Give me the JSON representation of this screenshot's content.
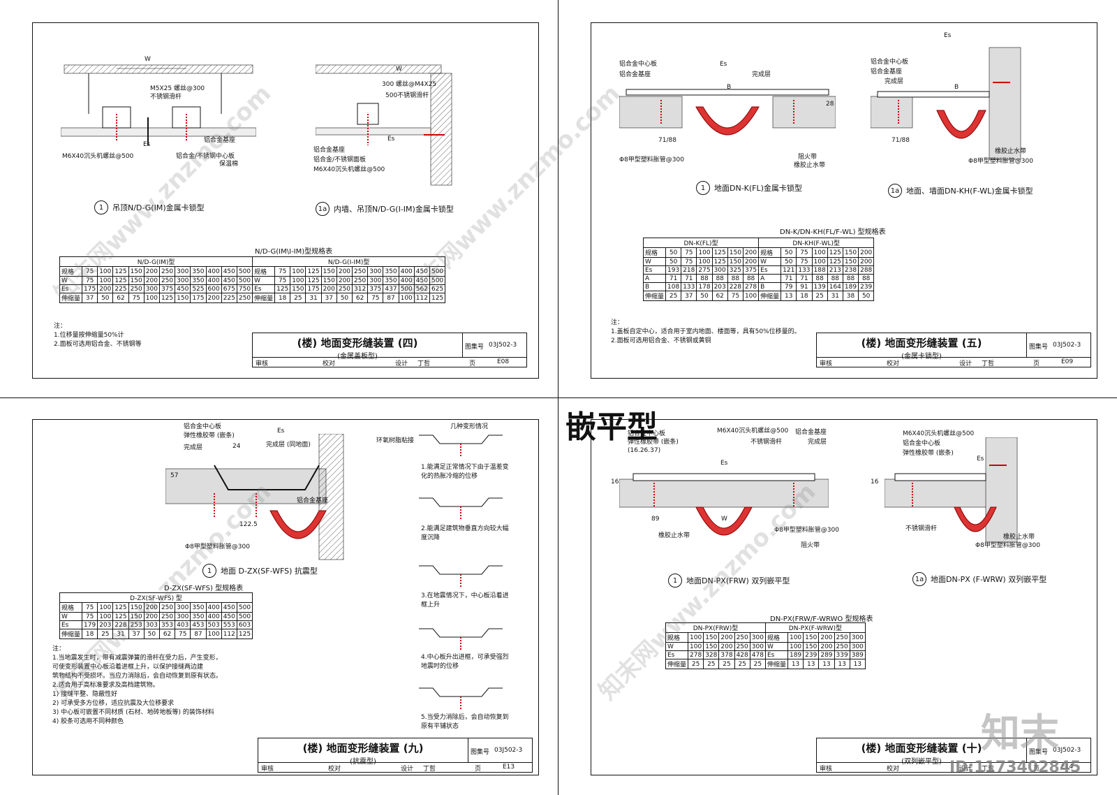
{
  "big_label": "嵌平型",
  "watermark": "知末网www.znzmo.com",
  "logo_text": "知末",
  "id_text": "ID:1173402845",
  "sheets": {
    "e08": {
      "fig1": {
        "num": "1",
        "caption": "吊顶N/D-G(IM)金属卡锁型",
        "labels": {
          "w": "W",
          "m5": "M5X25 螺丝@300",
          "rail": "不锈钢滑杆",
          "es": "Es",
          "base": "铝合金基座",
          "m6": "M6X40沉头机螺丝@500",
          "plate": "铝合金/不锈钢中心板",
          "ins": "保温棉"
        }
      },
      "fig2": {
        "num": "1a",
        "caption": "内墙、吊顶N/D-G(I-IM)金属卡锁型",
        "labels": {
          "w": "W",
          "m4": "300 螺丝@M4X25",
          "rail": "500不锈钢滑杆",
          "es": "Es",
          "base": "铝合金基座",
          "plate": "铝合金/不锈钢面板",
          "m6": "M6X40沉头机螺丝@500"
        }
      },
      "table_title": "N/D-G(IM\\I-IM)型规格表",
      "table": {
        "g1": "N/D-G(IM)型",
        "g2": "N/D-G(I-IM)型",
        "rows": [
          {
            "h": "规格",
            "a": [
              "75",
              "100",
              "125",
              "150",
              "200",
              "250",
              "300",
              "350",
              "400",
              "450",
              "500"
            ],
            "h2": "规格",
            "b": [
              "75",
              "100",
              "125",
              "150",
              "200",
              "250",
              "300",
              "350",
              "400",
              "450",
              "500"
            ]
          },
          {
            "h": "W",
            "a": [
              "75",
              "100",
              "125",
              "150",
              "200",
              "250",
              "300",
              "350",
              "400",
              "450",
              "500"
            ],
            "h2": "W",
            "b": [
              "75",
              "100",
              "125",
              "150",
              "200",
              "250",
              "300",
              "350",
              "400",
              "450",
              "500"
            ]
          },
          {
            "h": "Es",
            "a": [
              "175",
              "200",
              "225",
              "250",
              "300",
              "375",
              "450",
              "525",
              "600",
              "675",
              "750"
            ],
            "h2": "Es",
            "b": [
              "125",
              "150",
              "175",
              "200",
              "250",
              "312",
              "375",
              "437",
              "500",
              "562",
              "625"
            ]
          },
          {
            "h": "伸缩量",
            "a": [
              "37",
              "50",
              "62",
              "75",
              "100",
              "125",
              "150",
              "175",
              "200",
              "225",
              "250"
            ],
            "h2": "伸缩量",
            "b": [
              "18",
              "25",
              "31",
              "37",
              "50",
              "62",
              "75",
              "87",
              "100",
              "112",
              "125"
            ]
          }
        ]
      },
      "notes": [
        "注：",
        "1.位移量按伸缩量50%计",
        "2.面板可选用铝合金、不锈钢等"
      ],
      "title_block": {
        "title": "(楼) 地面变形缝装置 (四)",
        "subtitle": "(金属盖板型)",
        "atlas_label": "图集号",
        "atlas_no": "03J502-3",
        "review": "审核",
        "check": "校对",
        "design": "设计",
        "designer": "丁哲",
        "page_label": "页",
        "page": "E08"
      }
    },
    "e09": {
      "fig1": {
        "num": "1",
        "caption": "地面DN-K(FL)金属卡锁型",
        "labels": {
          "plate": "铝合金中心板",
          "base": "铝合金基座",
          "es": "Es",
          "done": "完成层",
          "b": "B",
          "dim": "71/88",
          "tube": "Φ8甲型塑料胀管@300",
          "fire": "阻火带",
          "rubber": "橡胶止水带",
          "h": "28"
        }
      },
      "fig2": {
        "num": "1a",
        "caption": "地面、墙面DN-KH(F-WL)金属卡锁型",
        "labels": {
          "es": "Es",
          "plate": "铝合金中心板",
          "base": "铝合金基座",
          "done": "完成层",
          "b": "B",
          "dim": "71/88",
          "rubber": "橡胶止水带",
          "tube": "Φ8甲型塑料胀管@300"
        }
      },
      "table_title": "DN-K/DN-KH(FL/F-WL) 型规格表",
      "table": {
        "g1": "DN-K(FL)型",
        "g2": "DN-KH(F-WL)型",
        "rows": [
          {
            "h": "规格",
            "a": [
              "50",
              "75",
              "100",
              "125",
              "150",
              "200"
            ],
            "h2": "规格",
            "b": [
              "50",
              "75",
              "100",
              "125",
              "150",
              "200"
            ]
          },
          {
            "h": "W",
            "a": [
              "50",
              "75",
              "100",
              "125",
              "150",
              "200"
            ],
            "h2": "W",
            "b": [
              "50",
              "75",
              "100",
              "125",
              "150",
              "200"
            ]
          },
          {
            "h": "Es",
            "a": [
              "193",
              "218",
              "275",
              "300",
              "325",
              "375"
            ],
            "h2": "Es",
            "b": [
              "121",
              "133",
              "188",
              "213",
              "238",
              "288"
            ]
          },
          {
            "h": "A",
            "a": [
              "71",
              "71",
              "88",
              "88",
              "88",
              "88"
            ],
            "h2": "A",
            "b": [
              "71",
              "71",
              "88",
              "88",
              "88",
              "88"
            ]
          },
          {
            "h": "B",
            "a": [
              "108",
              "133",
              "178",
              "203",
              "228",
              "278"
            ],
            "h2": "B",
            "b": [
              "79",
              "91",
              "139",
              "164",
              "189",
              "239"
            ]
          },
          {
            "h": "伸缩量",
            "a": [
              "25",
              "37",
              "50",
              "62",
              "75",
              "100"
            ],
            "h2": "伸缩量",
            "b": [
              "13",
              "18",
              "25",
              "31",
              "38",
              "50"
            ]
          }
        ]
      },
      "notes": [
        "注：",
        "1.盖板自定中心，适合用于室内地面、楼面等，具有50%位移量的。",
        "2.面板可选用铝合金、不锈钢或黄铜"
      ],
      "title_block": {
        "title": "(楼) 地面变形缝装置 (五)",
        "subtitle": "(金属卡锁型)",
        "atlas_label": "图集号",
        "atlas_no": "03J502-3",
        "review": "审核",
        "check": "校对",
        "design": "设计",
        "designer": "丁哲",
        "page_label": "页",
        "page": "E09"
      }
    },
    "e13": {
      "fig1": {
        "num": "1",
        "caption": "地面 D-ZX(SF-WFS) 抗震型",
        "labels": {
          "plate": "铝合金中心板",
          "seal": "弹性橡胶带 (嵌条)",
          "es": "Es",
          "epoxy": "环氧树脂粘接",
          "done": "完成层",
          "done2": "完成层 (同地面)",
          "w24": "24",
          "dim57": "57",
          "base": "铝合金基座",
          "dim": "122.5",
          "tube": "Φ8甲型塑料胀管@300"
        }
      },
      "side_title": "几种变形情况",
      "side_notes": [
        "1.能满足正常情况下由于温差变化的热胀冷缩的位移",
        "2.能满足建筑物垂直方向较大幅度沉降",
        "3.在地震情况下，中心板沿着进框上升",
        "4.中心板升出进框，可承受强烈地震时的位移",
        "5.当受力消除后，会自动恢复到原有平铺状态"
      ],
      "table_title": "D-ZX(SF-WFS) 型规格表",
      "table": {
        "g1": "D-ZX(SF-WFS) 型",
        "rows": [
          {
            "h": "规格",
            "a": [
              "75",
              "100",
              "125",
              "150",
              "200",
              "250",
              "300",
              "350",
              "400",
              "450",
              "500"
            ]
          },
          {
            "h": "W",
            "a": [
              "75",
              "100",
              "125",
              "150",
              "200",
              "250",
              "300",
              "350",
              "400",
              "450",
              "500"
            ]
          },
          {
            "h": "Es",
            "a": [
              "179",
              "203",
              "228",
              "253",
              "303",
              "353",
              "403",
              "453",
              "503",
              "553",
              "603"
            ]
          },
          {
            "h": "伸缩量",
            "a": [
              "18",
              "25",
              "31",
              "37",
              "50",
              "62",
              "75",
              "87",
              "100",
              "112",
              "125"
            ]
          }
        ]
      },
      "notes": [
        "注：",
        "1.当地震发生时，带有减震弹簧的滑杆在受力后，产生变形，",
        "可使变形装置中心板沿着进框上升，以保护接缝两边建",
        "筑物结构不受损坏。当应力消除后，会自动恢复到原有状态。",
        "2.适合用于高标准要求及高档建筑物。",
        "1) 接缝平整、隐蔽性好",
        "2) 可承受多方位移，适应抗震及大位移要求",
        "3) 中心板可嵌置不同材质 (石材、地砖地板等) 的装饰材料",
        "4) 胶条可选用不同种颜色"
      ],
      "title_block": {
        "title": "(楼) 地面变形缝装置 (九)",
        "subtitle": "(抗震型)",
        "atlas_label": "图集号",
        "atlas_no": "03J502-3",
        "review": "审核",
        "check": "校对",
        "design": "设计",
        "designer": "丁哲",
        "page_label": "页",
        "page": "E13"
      }
    },
    "e14": {
      "fig1": {
        "num": "1",
        "caption": "地面DN-PX(FRW) 双列嵌平型",
        "labels": {
          "plate": "铝合金中心板",
          "seal": "弹性橡胶带 (嵌条)",
          "seal2": "(16.26.37)",
          "m6": "M6X40沉头机螺丝@500",
          "rail": "不锈钢滑杆",
          "base": "铝合金基座",
          "done": "完成层",
          "es": "Es",
          "h16": "16",
          "dim89": "89",
          "w": "W",
          "rubber": "橡胶止水带",
          "tube": "Φ8甲型塑料胀管@300",
          "fire": "阻火带"
        }
      },
      "fig2": {
        "num": "1a",
        "caption": "地面DN-PX (F-WRW) 双列嵌平型",
        "labels": {
          "m6": "M6X40沉头机螺丝@500",
          "plate": "铝合金中心板",
          "seal": "弹性橡胶带 (嵌条)",
          "es": "Es",
          "h16": "16",
          "rail": "不锈钢滑杆",
          "rubber": "橡胶止水带",
          "tube": "Φ8甲型塑料胀管@300"
        }
      },
      "table_title": "DN-PX(FRW/F-WRWO 型规格表",
      "table": {
        "g1": "DN-PX(FRW)型",
        "g2": "DN-PX(F-WRW)型",
        "rows": [
          {
            "h": "规格",
            "a": [
              "100",
              "150",
              "200",
              "250",
              "300"
            ],
            "h2": "规格",
            "b": [
              "100",
              "150",
              "200",
              "250",
              "300"
            ]
          },
          {
            "h": "W",
            "a": [
              "100",
              "150",
              "200",
              "250",
              "300"
            ],
            "h2": "W",
            "b": [
              "100",
              "150",
              "200",
              "250",
              "300"
            ]
          },
          {
            "h": "Es",
            "a": [
              "278",
              "328",
              "378",
              "428",
              "478"
            ],
            "h2": "Es",
            "b": [
              "189",
              "239",
              "289",
              "339",
              "389"
            ]
          },
          {
            "h": "伸缩量",
            "a": [
              "25",
              "25",
              "25",
              "25",
              "25"
            ],
            "h2": "伸缩量",
            "b": [
              "13",
              "13",
              "13",
              "13",
              "13"
            ]
          }
        ]
      },
      "title_block": {
        "title": "(楼) 地面变形缝装置 (十)",
        "subtitle": "(双列嵌平型)",
        "atlas_label": "图集号",
        "atlas_no": "03J502-3",
        "review": "审核",
        "check": "校对",
        "design": "设计",
        "designer": "丁哲",
        "page_label": "页",
        "page": "E14"
      }
    }
  }
}
